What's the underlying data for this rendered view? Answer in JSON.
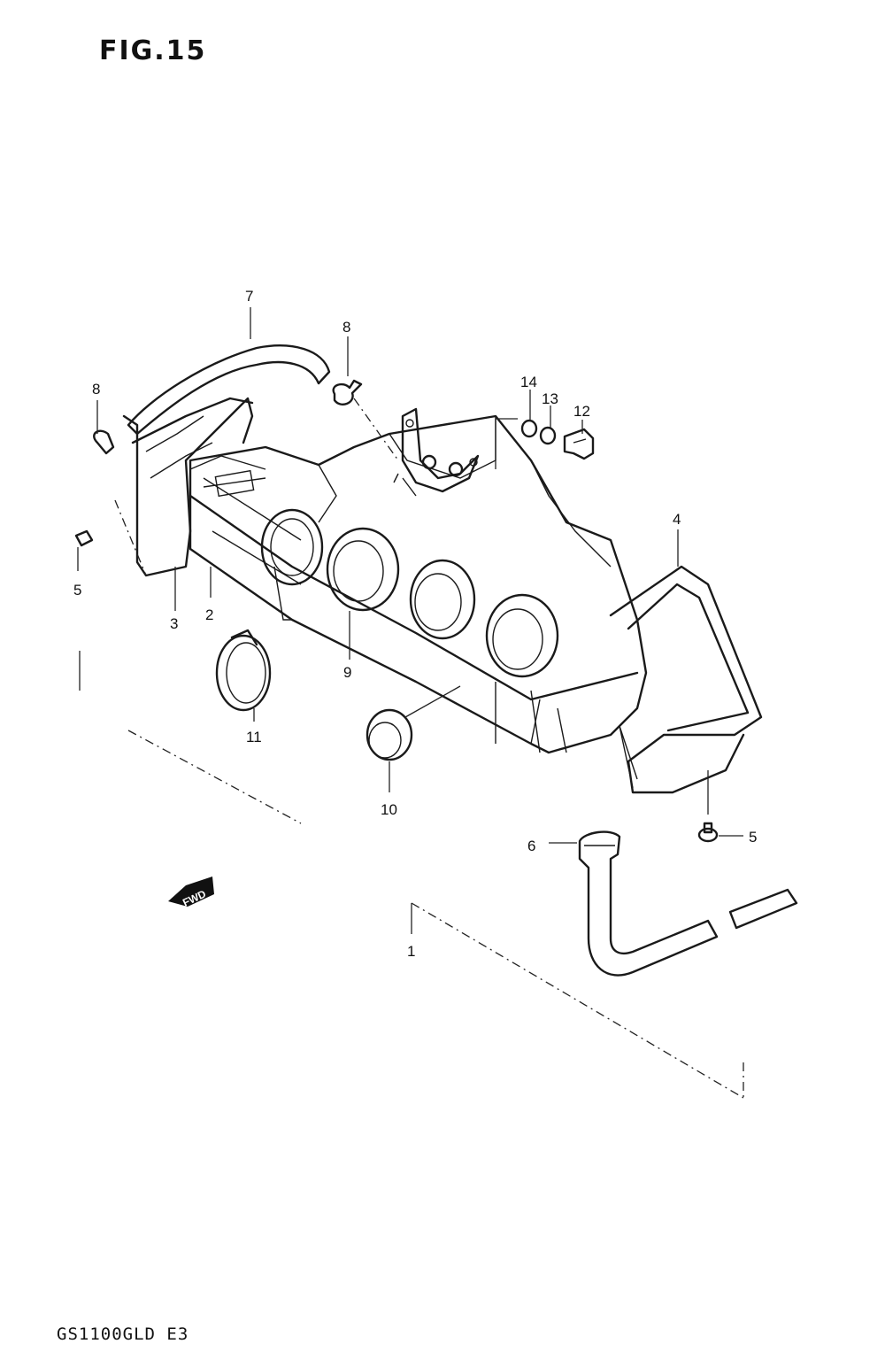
{
  "title": "FIG.15",
  "model_code": "GS1100GLD E3",
  "fwd_label": "FWD",
  "callouts": [
    {
      "id": "1",
      "label": "1"
    },
    {
      "id": "2",
      "label": "2"
    },
    {
      "id": "3",
      "label": "3"
    },
    {
      "id": "4",
      "label": "4"
    },
    {
      "id": "5a",
      "label": "5"
    },
    {
      "id": "5b",
      "label": "5"
    },
    {
      "id": "6",
      "label": "6"
    },
    {
      "id": "7",
      "label": "7"
    },
    {
      "id": "8a",
      "label": "8"
    },
    {
      "id": "8b",
      "label": "8"
    },
    {
      "id": "9",
      "label": "9"
    },
    {
      "id": "10",
      "label": "10"
    },
    {
      "id": "11",
      "label": "11"
    },
    {
      "id": "12",
      "label": "12"
    },
    {
      "id": "13",
      "label": "13"
    },
    {
      "id": "14",
      "label": "14"
    }
  ]
}
